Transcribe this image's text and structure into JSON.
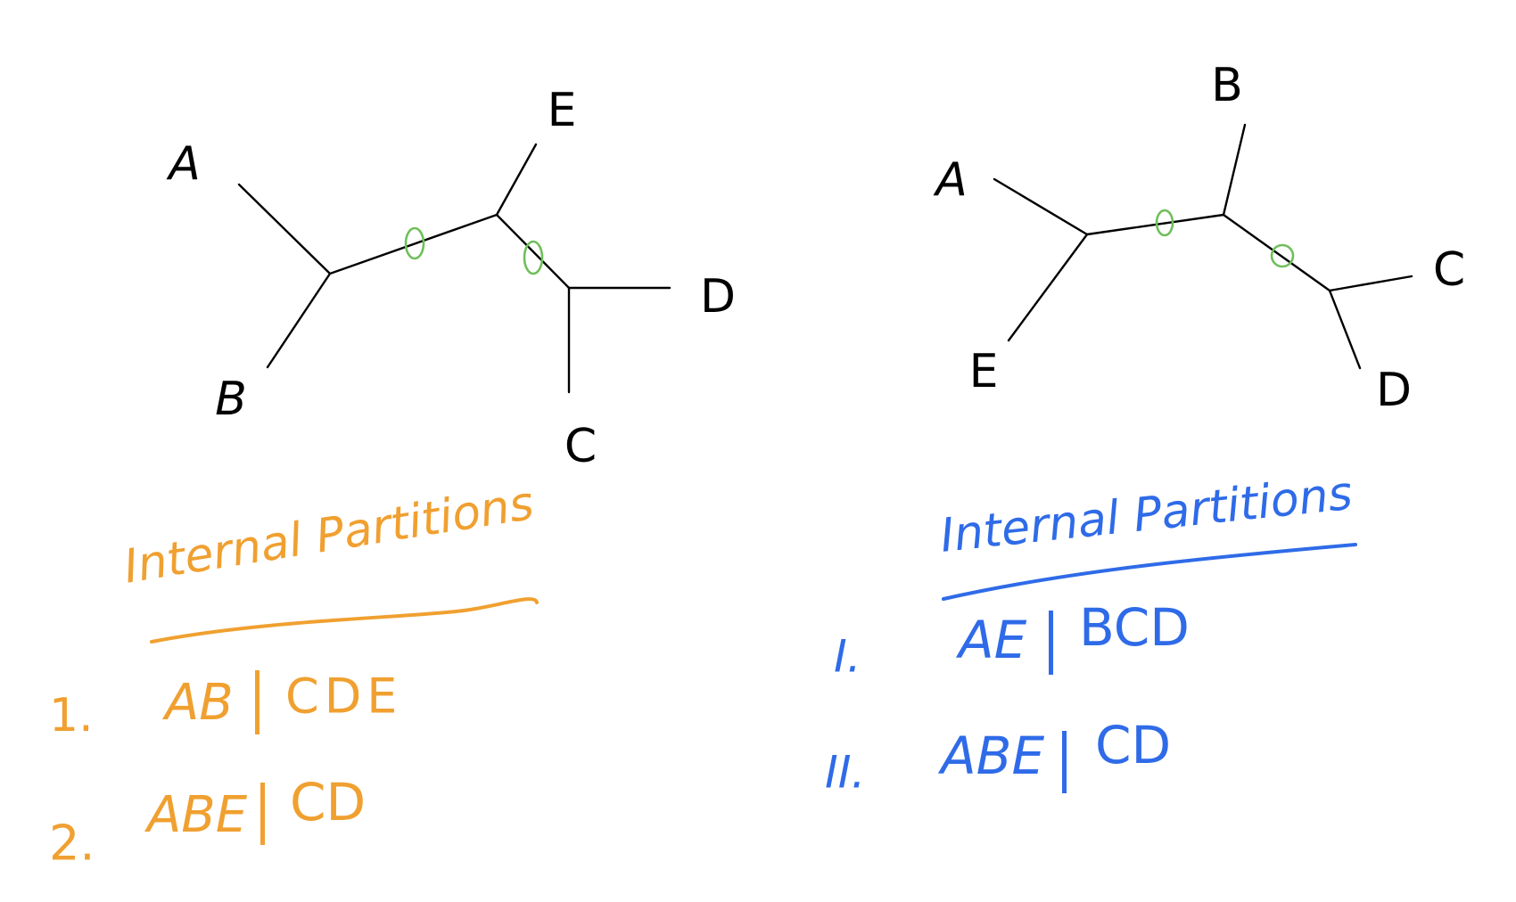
{
  "tree1": {
    "leaves": {
      "A": "A",
      "B": "B",
      "C": "C",
      "D": "D",
      "E": "E"
    },
    "heading": "Internal Partitions",
    "partitions": [
      {
        "number": "1.",
        "left": "AB",
        "right": "CDE"
      },
      {
        "number": "2.",
        "left": "ABE",
        "right": "CD"
      }
    ],
    "color": "#f0a030"
  },
  "tree2": {
    "leaves": {
      "A": "A",
      "B": "B",
      "C": "C",
      "D": "D",
      "E": "E"
    },
    "heading": "Internal Partitions",
    "partitions": [
      {
        "number": "I.",
        "left": "AE",
        "right": "BCD"
      },
      {
        "number": "II.",
        "left": "ABE",
        "right": "CD"
      }
    ],
    "color": "#2f6be8"
  },
  "split_marker_color": "#6fbf5a",
  "edge_color": "#000000"
}
